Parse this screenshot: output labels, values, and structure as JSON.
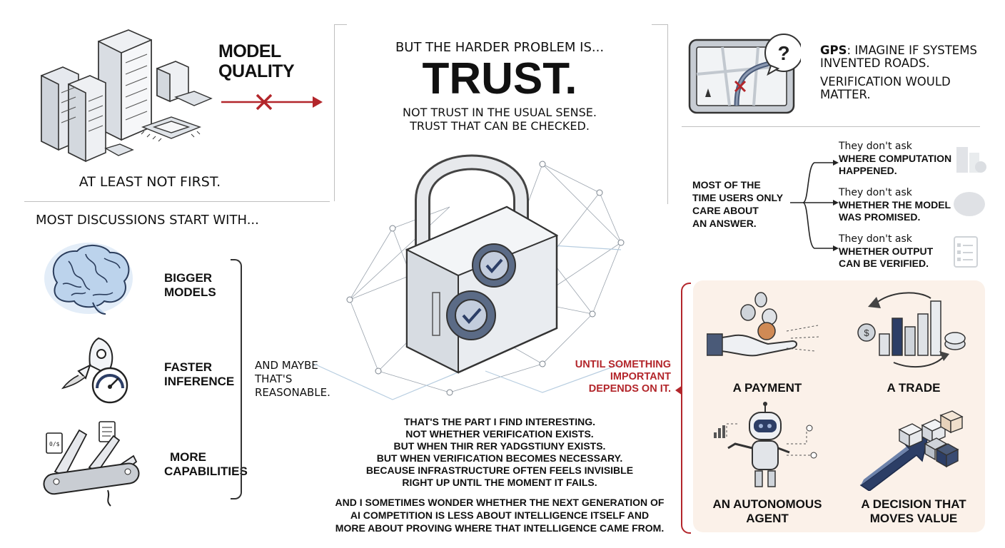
{
  "left_top": {
    "title_line1": "MODEL",
    "title_line2": "QUALITY",
    "caption": "AT LEAST NOT FIRST."
  },
  "left_bottom": {
    "intro": "MOST DISCUSSIONS START WITH...",
    "items": [
      {
        "line1": "BIGGER",
        "line2": "MODELS"
      },
      {
        "line1": "FASTER",
        "line2": "INFERENCE"
      },
      {
        "line1": "MORE",
        "line2": "CAPABILITIES"
      }
    ],
    "brace_text_line1": "AND MAYBE",
    "brace_text_line2": "THAT'S",
    "brace_text_line3": "REASONABLE."
  },
  "center": {
    "lead": "BUT THE HARDER PROBLEM IS...",
    "headline": "TRUST.",
    "sub_line1": "NOT TRUST IN THE USUAL SENSE.",
    "sub_line2": "TRUST THAT CAN BE CHECKED.",
    "body_lines": [
      "THAT'S THE PART I FIND INTERESTING.",
      "NOT WHETHER VERIFICATION EXISTS.",
      "BUT WHEN THIR RER YADGSTIUNY EXISTS.",
      "BUT WHEN VERIFICATION BECOMES NECESSARY.",
      "BECAUSE INFRASTRUCTURE OFTEN FEELS INVISIBLE",
      "RIGHT UP UNTIL THE MOMENT IT FAILS."
    ],
    "closing_lines": [
      "AND I SOMETIMES WONDER WHETHER THE NEXT GENERATION OF",
      "AI COMPETITION IS LESS ABOUT INTELLIGENCE ITSELF AND",
      "MORE ABOUT PROVING WHERE THAT INTELLIGENCE CAME FROM."
    ]
  },
  "right_top": {
    "gps_label": "GPS",
    "gps_text": ": IMAGINE IF SYSTEMS",
    "gps_line2": "INVENTED ROADS.",
    "verify_line1": "VERIFICATION WOULD",
    "verify_line2": "MATTER."
  },
  "right_middle": {
    "users_lines": [
      "MOST OF THE",
      "TIME USERS ONLY",
      "CARE ABOUT",
      "AN  ANSWER."
    ],
    "branches": [
      {
        "lead": "They don't ask",
        "line1": "WHERE COMPUTATION",
        "line2": "HAPPENED."
      },
      {
        "lead": "They don't ask",
        "line1": "WHETHER THE MODEL",
        "line2": "WAS PROMISED."
      },
      {
        "lead": "They don't ask",
        "line1": "WHETHER OUTPUT",
        "line2": "CAN BE VERIFIED."
      }
    ]
  },
  "right_bottom": {
    "until_lines": [
      "UNTIL SOMETHING",
      "IMPORTANT",
      "DEPENDS ON IT."
    ],
    "items": [
      {
        "line1": "A PAYMENT",
        "line2": ""
      },
      {
        "line1": "A TRADE",
        "line2": ""
      },
      {
        "line1": "AN AUTONOMOUS",
        "line2": "AGENT"
      },
      {
        "line1": "A DECISION THAT",
        "line2": "MOVES VALUE"
      }
    ]
  },
  "colors": {
    "accent_red": "#b3262b",
    "panel_bg": "#fbf1e9",
    "navy": "#2c3e66",
    "ink": "#111111"
  }
}
